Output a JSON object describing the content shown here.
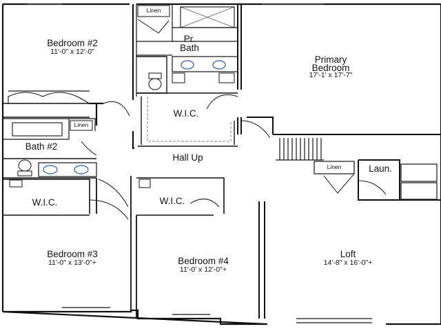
{
  "rooms": {
    "bedroom2": {
      "name": "Bedroom #2",
      "dims": "11'-0\" x 12'-0\""
    },
    "pr_bath": {
      "line1": "Pr.",
      "line2": "Bath"
    },
    "primary_bedroom": {
      "line1": "Primary",
      "line2": "Bedroom",
      "dims": "17'-1' x 17'-7\""
    },
    "wic_primary": {
      "name": "W.I.C."
    },
    "bath2": {
      "name": "Bath #2"
    },
    "hall": {
      "name": "Hall Up"
    },
    "wic_left": {
      "name": "W.I.C."
    },
    "wic_mid": {
      "name": "W.I.C."
    },
    "laundry": {
      "name": "Laun."
    },
    "bedroom3": {
      "name": "Bedroom #3",
      "dims": "11'-0\" x 13'-0\"+"
    },
    "bedroom4": {
      "name": "Bedroom #4",
      "dims": "11'-0' x 12'-0\"+"
    },
    "loft": {
      "name": "Loft",
      "dims": "14'-8\" x 16'-0\"+"
    }
  },
  "closets": {
    "linen_primary": "Linen",
    "linen_bath2": "Linen",
    "linen_hall": "Linen"
  },
  "colors": {
    "wall": "#111111",
    "fixture": "#3355aa",
    "hatch": "#9a9a9a"
  }
}
